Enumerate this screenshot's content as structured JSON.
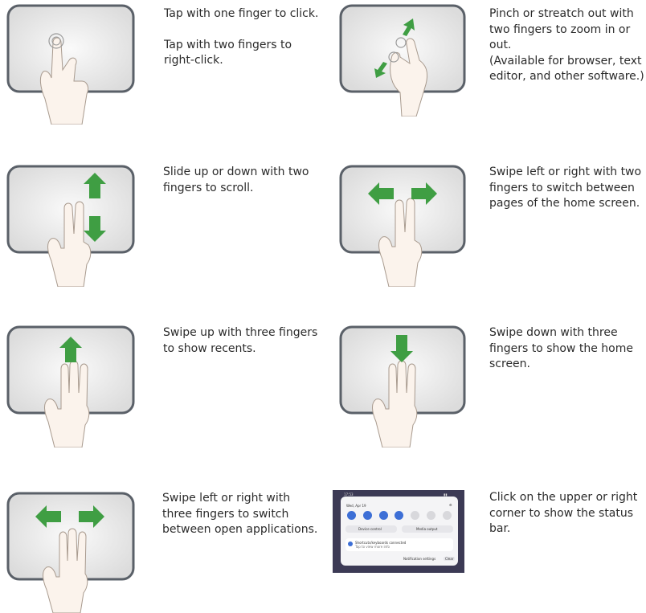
{
  "gestures": [
    {
      "id": "tap",
      "lines": [
        "Tap with one finger to click.",
        "Tap with two fingers to\nright-click."
      ]
    },
    {
      "id": "pinch",
      "lines": [
        "Pinch or streatch out with\ntwo fingers to zoom in or\nout.\n(Available for browser, text\neditor, and other software.)"
      ]
    },
    {
      "id": "scroll",
      "lines": [
        "Slide up or down with two\nfingers to scroll."
      ]
    },
    {
      "id": "swipe-two",
      "lines": [
        "Swipe left or right with two\nfingers to switch between\npages of the home screen."
      ]
    },
    {
      "id": "three-up",
      "lines": [
        "Swipe up with three fingers\nto show recents."
      ]
    },
    {
      "id": "three-down",
      "lines": [
        "Swipe down with three\nfingers to show the home\nscreen."
      ]
    },
    {
      "id": "three-side",
      "lines": [
        "Swipe left or right with\nthree fingers to switch\nbetween open applications."
      ]
    },
    {
      "id": "status",
      "lines": [
        "Click on the upper or right\ncorner to show the status\nbar."
      ]
    }
  ],
  "status_screen": {
    "time": "17:53",
    "date": "Wed, Apr 19",
    "device_control": "Device control",
    "media_output": "Media output",
    "notification_title": "Shortcuts/keyboards connected",
    "notification_sub": "Tap to view more info",
    "notification_settings": "Notification settings",
    "clear": "Clear"
  },
  "colors": {
    "arrow": "#3f9e43",
    "pad_border": "#5a6068",
    "pad_fill": "#e6e6e6",
    "hand_fill": "#fbf3ec",
    "hand_stroke": "#a89a8e"
  }
}
